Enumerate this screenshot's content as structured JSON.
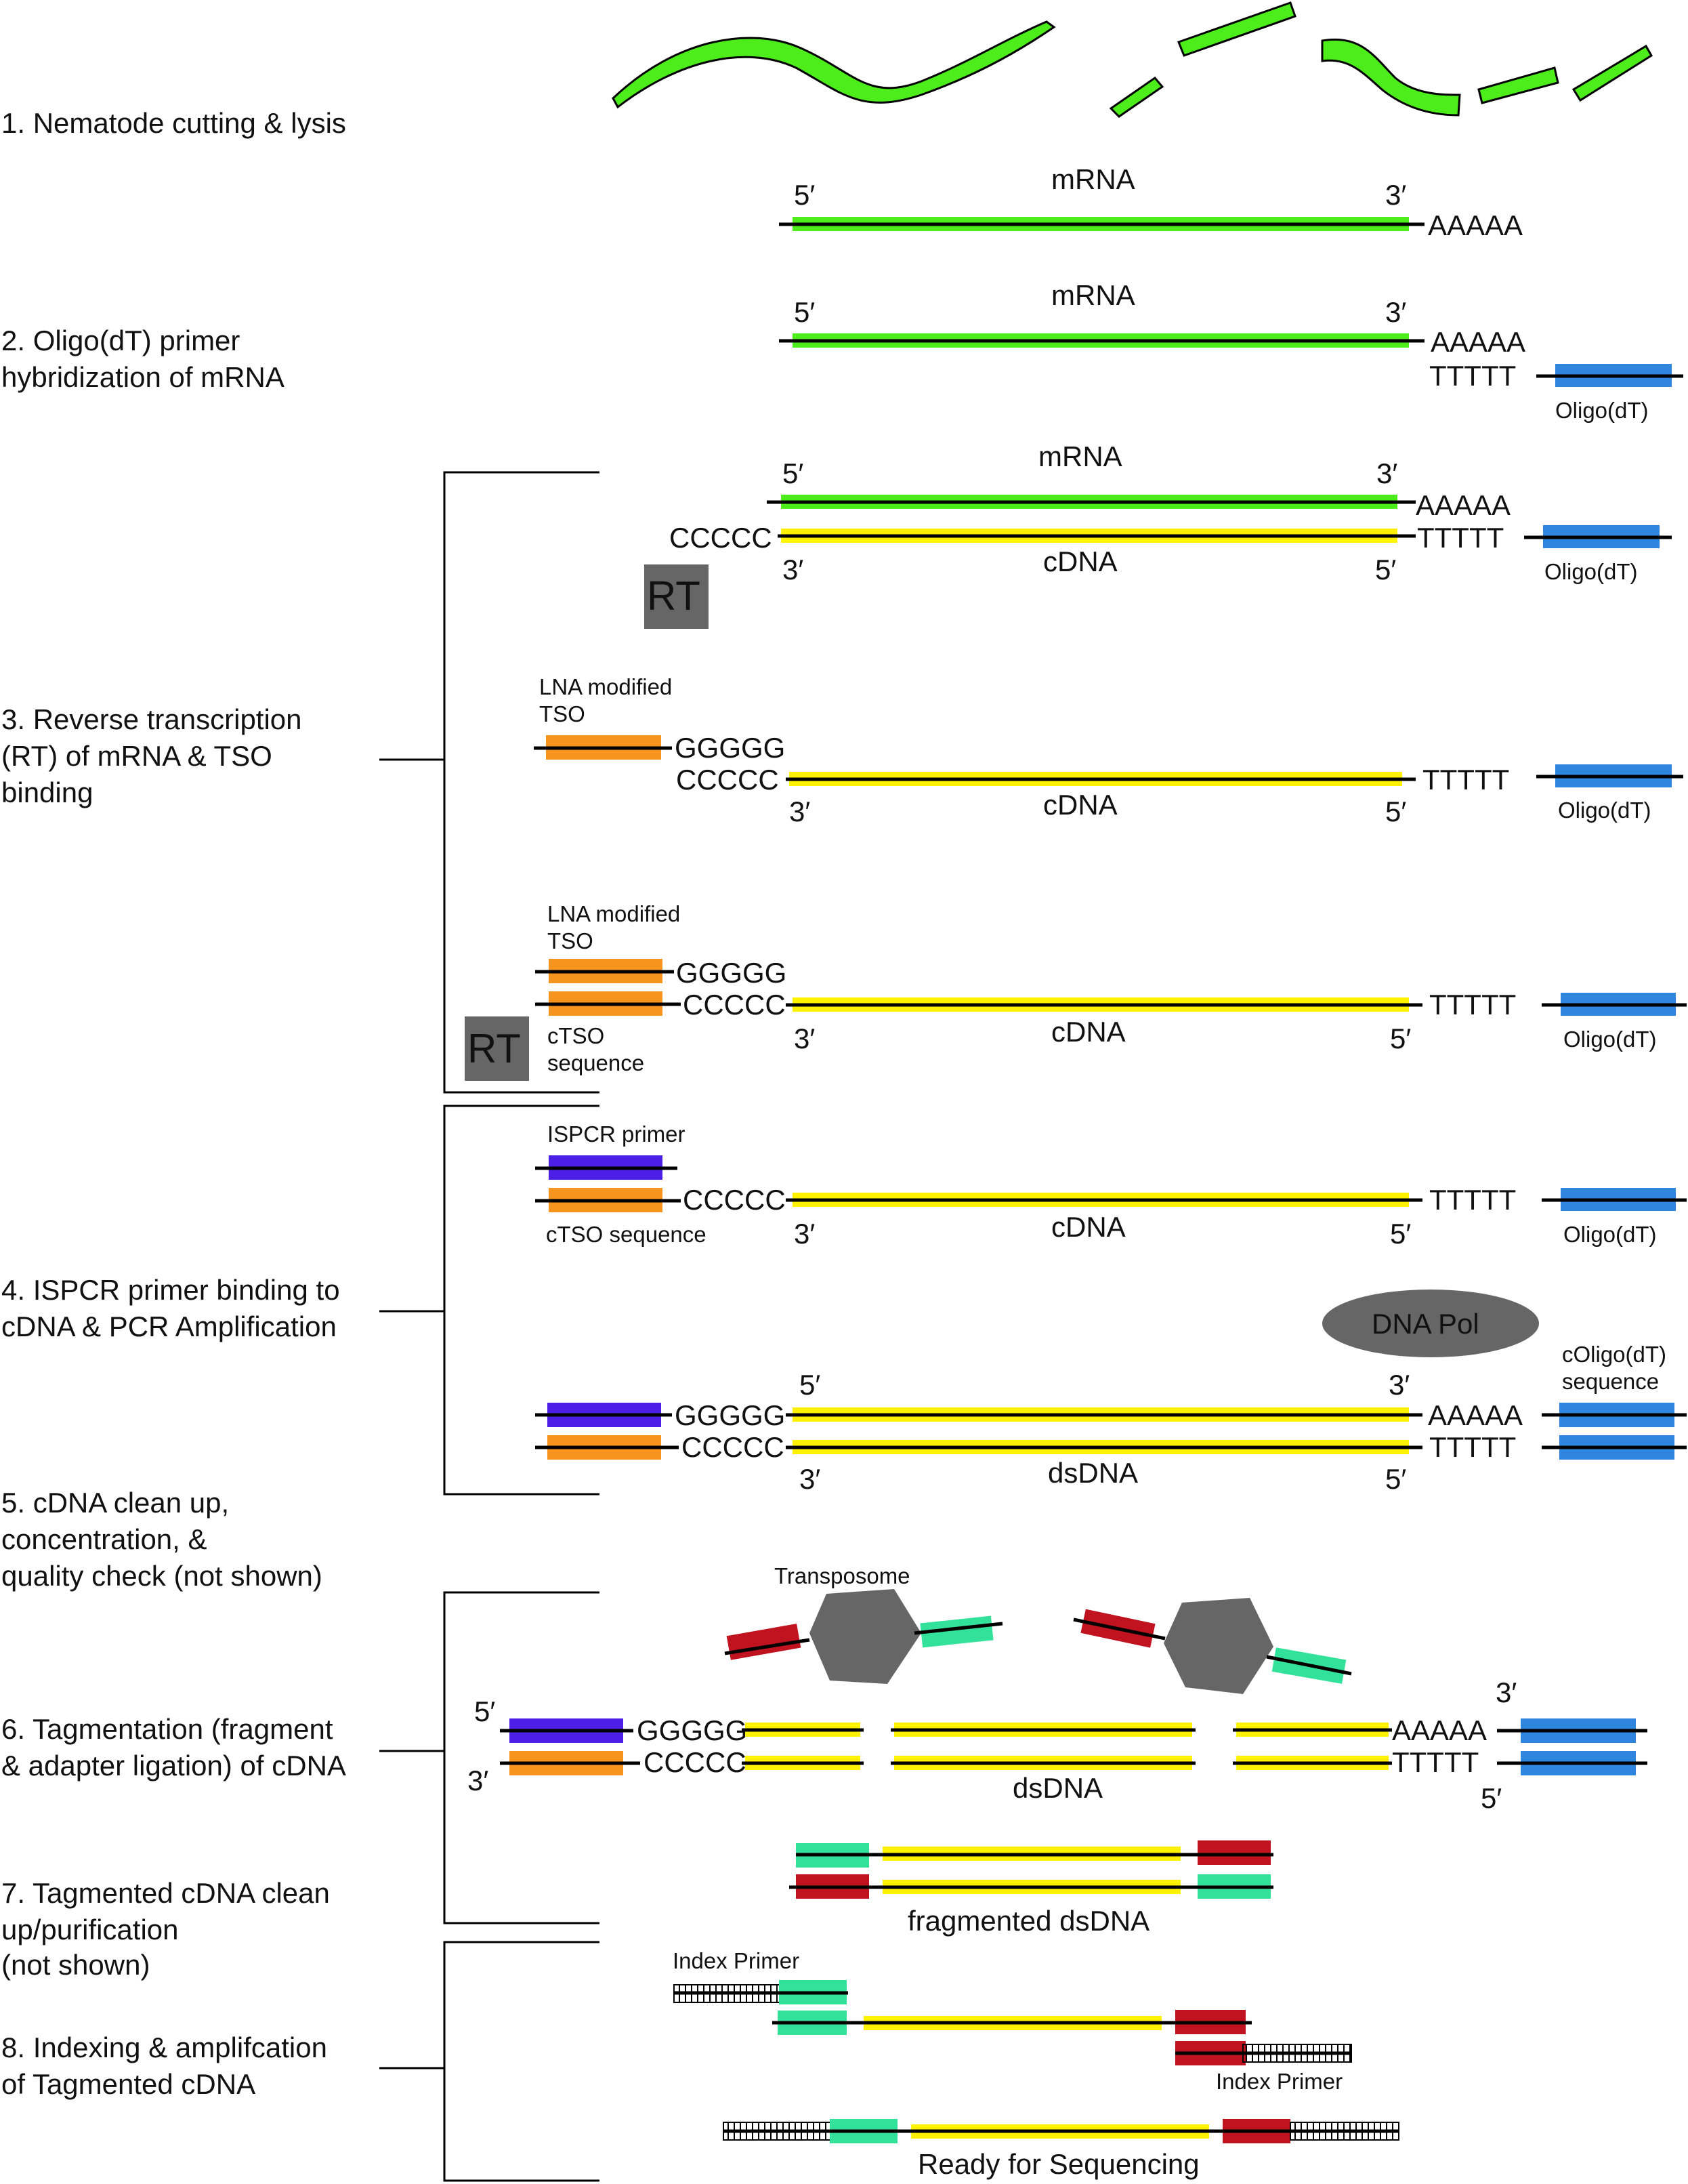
{
  "steps": [
    "1. Nematode cutting & lysis",
    "2. Oligo(dT) primer",
    "hybridization of mRNA",
    "3. Reverse transcription",
    "(RT) of mRNA & TSO",
    "binding",
    "4. ISPCR primer binding to",
    "cDNA & PCR Amplification",
    "5. cDNA clean up,",
    "concentration, &",
    "quality check (not shown)",
    "6. Tagmentation (fragment",
    "& adapter ligation) of cDNA",
    "7. Tagmented cDNA clean",
    "up/purification",
    "(not shown)",
    "8. Indexing & amplifcation",
    "of Tagmented cDNA"
  ],
  "labels": {
    "mrna": "mRNA",
    "cdna": "cDNA",
    "dsdna": "dsDNA",
    "oligo_dt": "Oligo(dT)",
    "lna_tso_1": "LNA modified",
    "lna_tso_2": "TSO",
    "ctso_1": "cTSO",
    "ctso_2": "sequence",
    "ctso_full": "cTSO sequence",
    "ispcr": "ISPCR primer",
    "coligo_1": "cOligo(dT)",
    "coligo_2": "sequence",
    "rt": "RT",
    "dna_pol": "DNA Pol",
    "transposome": "Transposome",
    "fragmented": "fragmented dsDNA",
    "index_primer": "Index Primer",
    "ready": "Ready for Sequencing",
    "five_prime": "5′",
    "three_prime": "3′",
    "poly_a": "AAAAA",
    "poly_t": "TTTTT",
    "poly_c": "CCCCC",
    "poly_g": "GGGGG"
  },
  "colors": {
    "mrna": "#4ced1a",
    "cdna": "#fff200",
    "oligo": "#2e86de",
    "tso": "#f7941d",
    "ispcr": "#4b1fe6",
    "adapter_green": "#33e29a",
    "adapter_red": "#c1121f",
    "enzyme": "#666666",
    "strand": "#000000"
  }
}
